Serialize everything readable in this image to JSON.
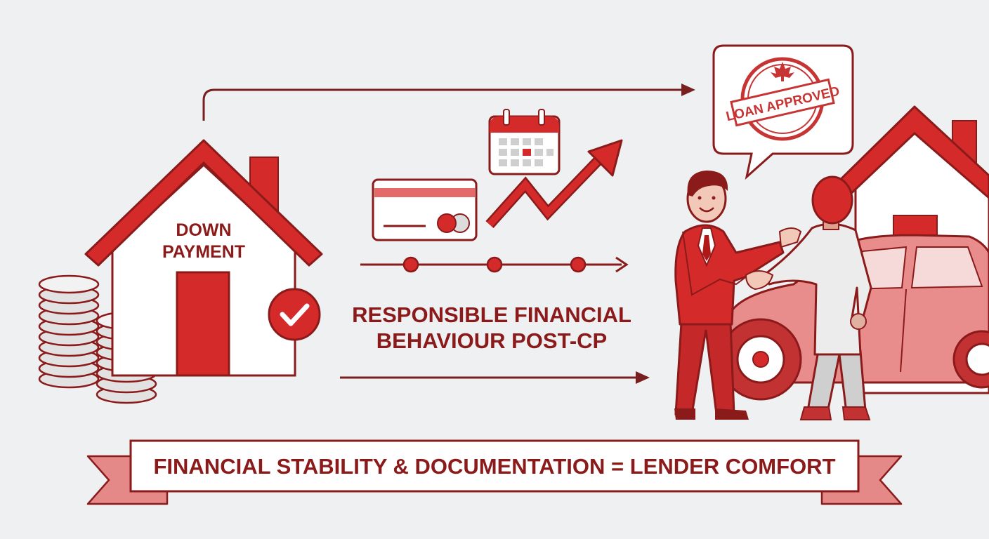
{
  "house": {
    "label_line1": "DOWN",
    "label_line2": "PAYMENT"
  },
  "behaviour": {
    "line1": "RESPONSIBLE FINANCIAL",
    "line2": "BEHAVIOUR POST-CP"
  },
  "stamp": {
    "text": "LOAN APPROVED"
  },
  "banner": {
    "text": "FINANCIAL STABILITY & DOCUMENTATION = LENDER COMFORT"
  },
  "colors": {
    "red": "#d42a2a",
    "dark_red": "#8b1a1a",
    "light_red": "#e98c8c",
    "background": "#eef0f2",
    "gray": "#d6d6d6"
  },
  "icons": [
    "coin-stack-icon",
    "house-icon",
    "checkmark-icon",
    "credit-card-icon",
    "calendar-icon",
    "trend-arrow-icon",
    "timeline-icon",
    "speech-bubble-icon",
    "maple-leaf-icon",
    "car-icon",
    "handshake-icon"
  ]
}
